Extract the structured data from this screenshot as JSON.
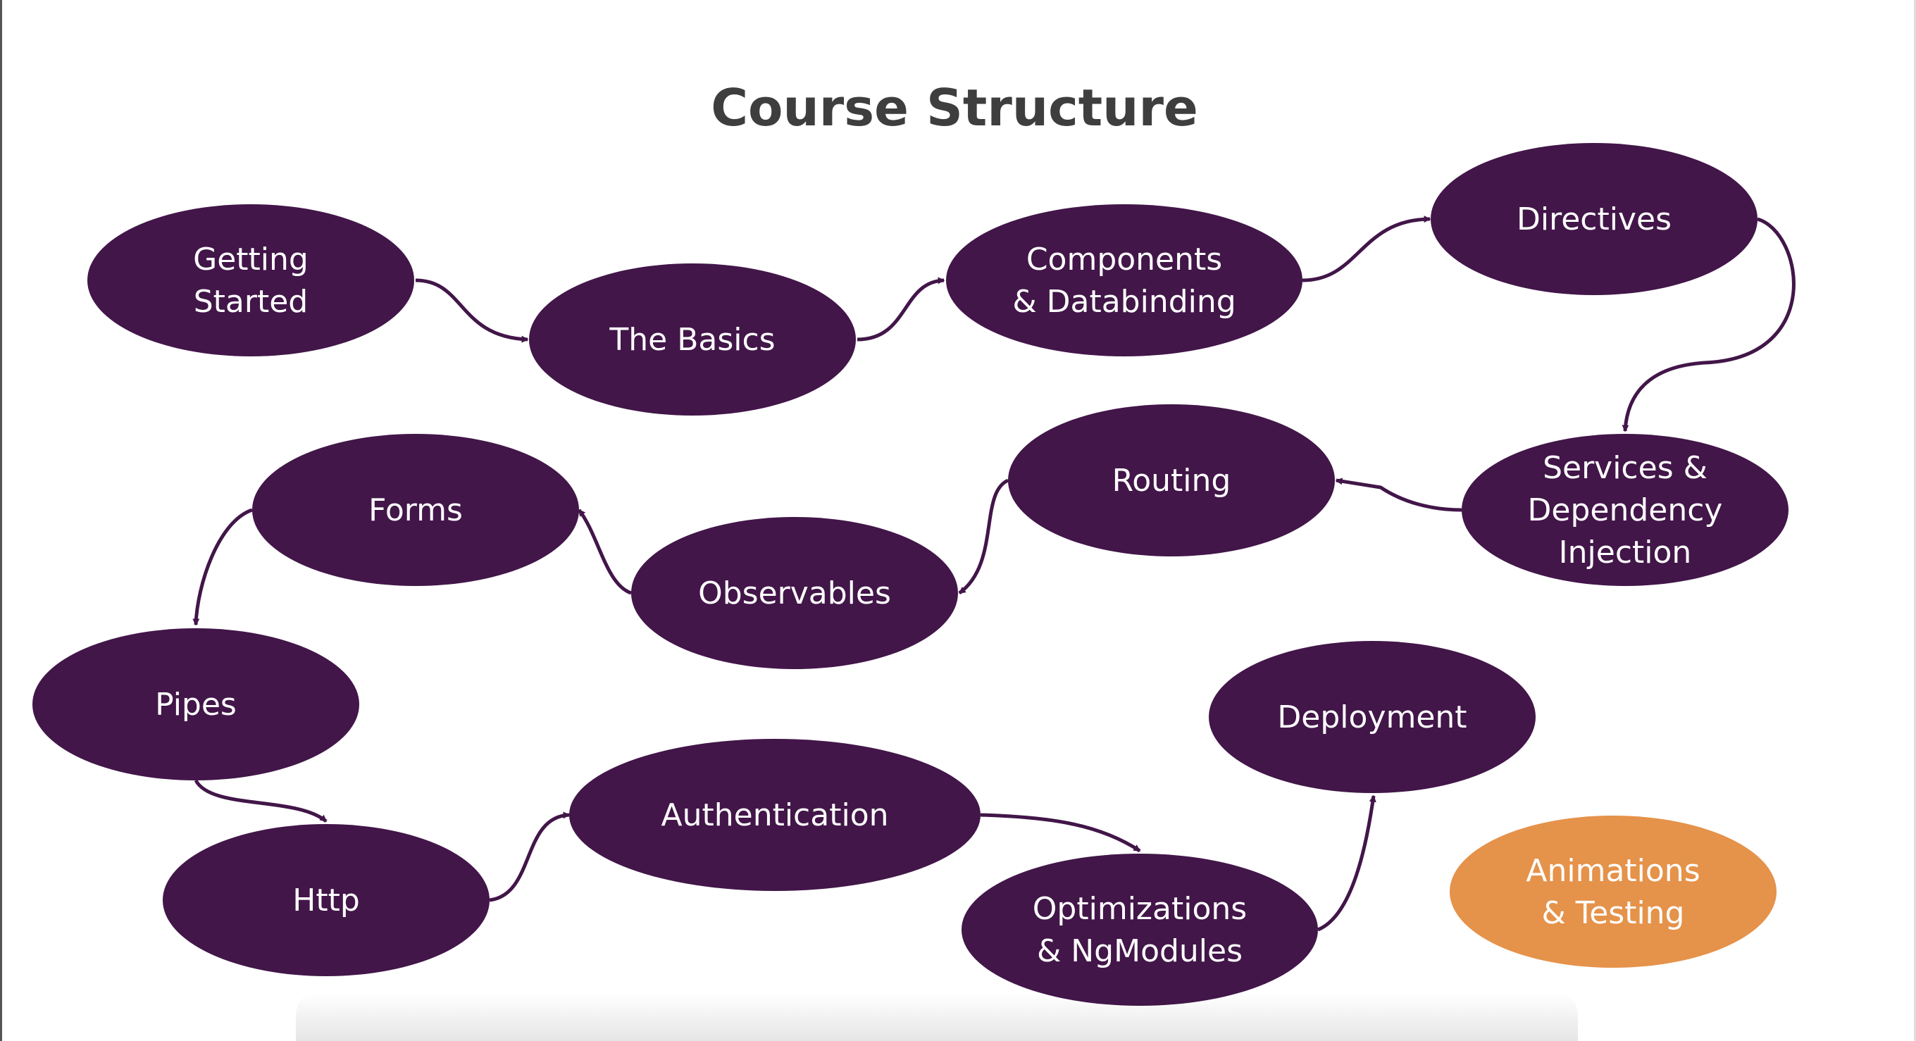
{
  "title": "Course Structure",
  "colors": {
    "node": "#421649",
    "highlight": "#e5924a",
    "edge": "#421649",
    "title": "#3e3e3e"
  },
  "nodes": [
    {
      "id": "getting-started",
      "lines": [
        "Getting",
        "Started"
      ]
    },
    {
      "id": "the-basics",
      "lines": [
        "The Basics"
      ]
    },
    {
      "id": "components-databinding",
      "lines": [
        "Components",
        "& Databinding"
      ]
    },
    {
      "id": "directives",
      "lines": [
        "Directives"
      ]
    },
    {
      "id": "services-di",
      "lines": [
        "Services &",
        "Dependency",
        "Injection"
      ]
    },
    {
      "id": "routing",
      "lines": [
        "Routing"
      ]
    },
    {
      "id": "observables",
      "lines": [
        "Observables"
      ]
    },
    {
      "id": "forms",
      "lines": [
        "Forms"
      ]
    },
    {
      "id": "pipes",
      "lines": [
        "Pipes"
      ]
    },
    {
      "id": "http",
      "lines": [
        "Http"
      ]
    },
    {
      "id": "authentication",
      "lines": [
        "Authentication"
      ]
    },
    {
      "id": "optimizations",
      "lines": [
        "Optimizations",
        "& NgModules"
      ]
    },
    {
      "id": "deployment",
      "lines": [
        "Deployment"
      ]
    },
    {
      "id": "animations-testing",
      "lines": [
        "Animations",
        "& Testing"
      ],
      "highlight": true
    }
  ],
  "edges": [
    [
      "getting-started",
      "the-basics"
    ],
    [
      "the-basics",
      "components-databinding"
    ],
    [
      "components-databinding",
      "directives"
    ],
    [
      "directives",
      "services-di"
    ],
    [
      "services-di",
      "routing"
    ],
    [
      "routing",
      "observables"
    ],
    [
      "observables",
      "forms"
    ],
    [
      "forms",
      "pipes"
    ],
    [
      "pipes",
      "http"
    ],
    [
      "http",
      "authentication"
    ],
    [
      "authentication",
      "optimizations"
    ],
    [
      "optimizations",
      "deployment"
    ]
  ]
}
